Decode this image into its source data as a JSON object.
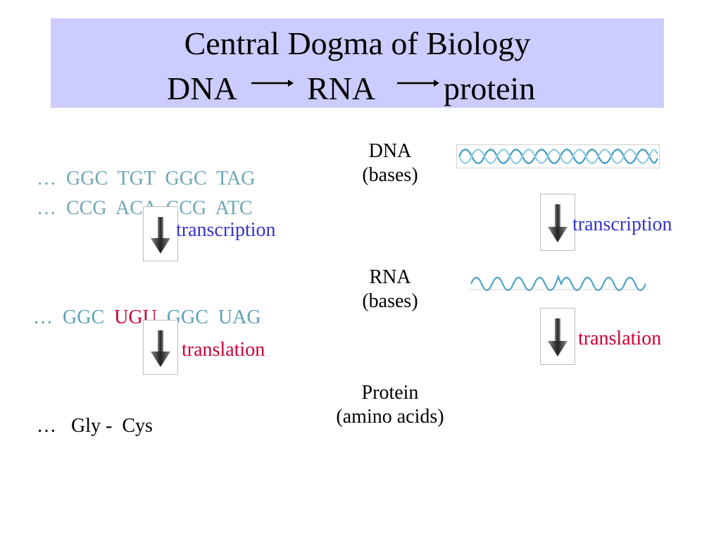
{
  "title": {
    "line1": "Central Dogma of Biology",
    "dna": "DNA",
    "rna": "RNA",
    "protein": "protein"
  },
  "left": {
    "dna_strand1": {
      "prefix": "…",
      "codons": [
        "GGC",
        "TGT",
        "GGC",
        "TAG"
      ]
    },
    "dna_strand2": {
      "prefix": "…",
      "codons": [
        "CCG",
        "ACA",
        "CCG",
        "ATC"
      ]
    },
    "transcription_label": "transcription",
    "rna_seq": {
      "prefix": "…",
      "codons": [
        "GGC",
        "UGU",
        "GGC",
        "UAG"
      ],
      "highlight_index": 1
    },
    "translation_label": "translation",
    "protein_seq": {
      "prefix": "…",
      "text": "Gly -  Cys"
    }
  },
  "center": {
    "dna": [
      "DNA",
      "(bases)"
    ],
    "rna": [
      "RNA",
      "(bases)"
    ],
    "protein": [
      "Protein",
      "(amino acids)"
    ]
  },
  "right": {
    "transcription_label": "transcription",
    "translation_label": "translation"
  },
  "colors": {
    "title_band": "#ccccff",
    "dna_sequence": "#6fa7b5",
    "rna_sequence": "#5fa0ba",
    "highlight_red": "#cc0033",
    "transcription_blue": "#3333cc",
    "helix_blue": "#4aa3c8"
  },
  "icons": {
    "step_arrow": "down-arrow-icon",
    "title_arrow": "right-arrow-icon",
    "dna_image": "double-helix-icon",
    "rna_image": "single-strand-wave-icon"
  }
}
